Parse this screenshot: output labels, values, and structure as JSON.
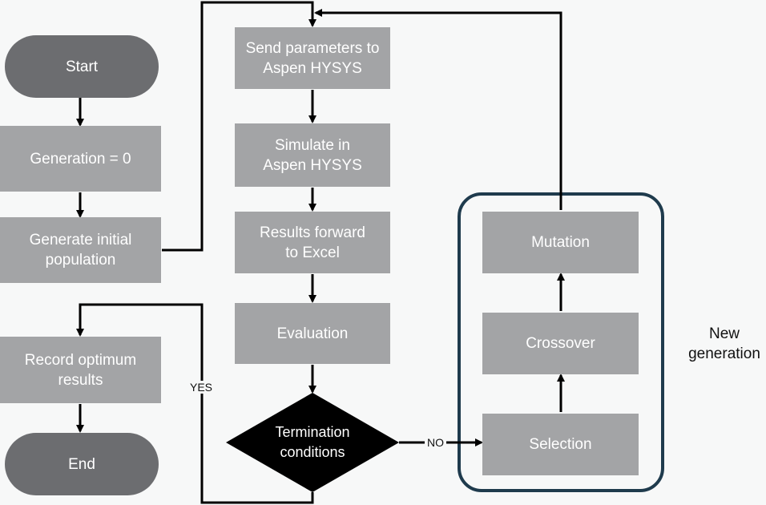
{
  "nodes": {
    "start": "Start",
    "generation_zero": "Generation = 0",
    "generate_initial_population": "Generate initial\npopulation",
    "record_optimum_results": "Record optimum\nresults",
    "end": "End",
    "send_parameters": "Send parameters to\nAspen HYSYS",
    "simulate": "Simulate in\nAspen HYSYS",
    "results_forward": "Results forward\nto Excel",
    "evaluation": "Evaluation",
    "termination_conditions": "Termination\nconditions",
    "mutation": "Mutation",
    "crossover": "Crossover",
    "selection": "Selection"
  },
  "edges": {
    "yes_label": "YES",
    "no_label": "NO"
  },
  "groups": {
    "new_generation_label": "New\ngeneration"
  },
  "colors": {
    "process_fill": "#a3a4a6",
    "terminal_fill": "#6c6d70",
    "decision_fill": "#000000",
    "group_border": "#1f3b4d",
    "arrow": "#000000"
  }
}
